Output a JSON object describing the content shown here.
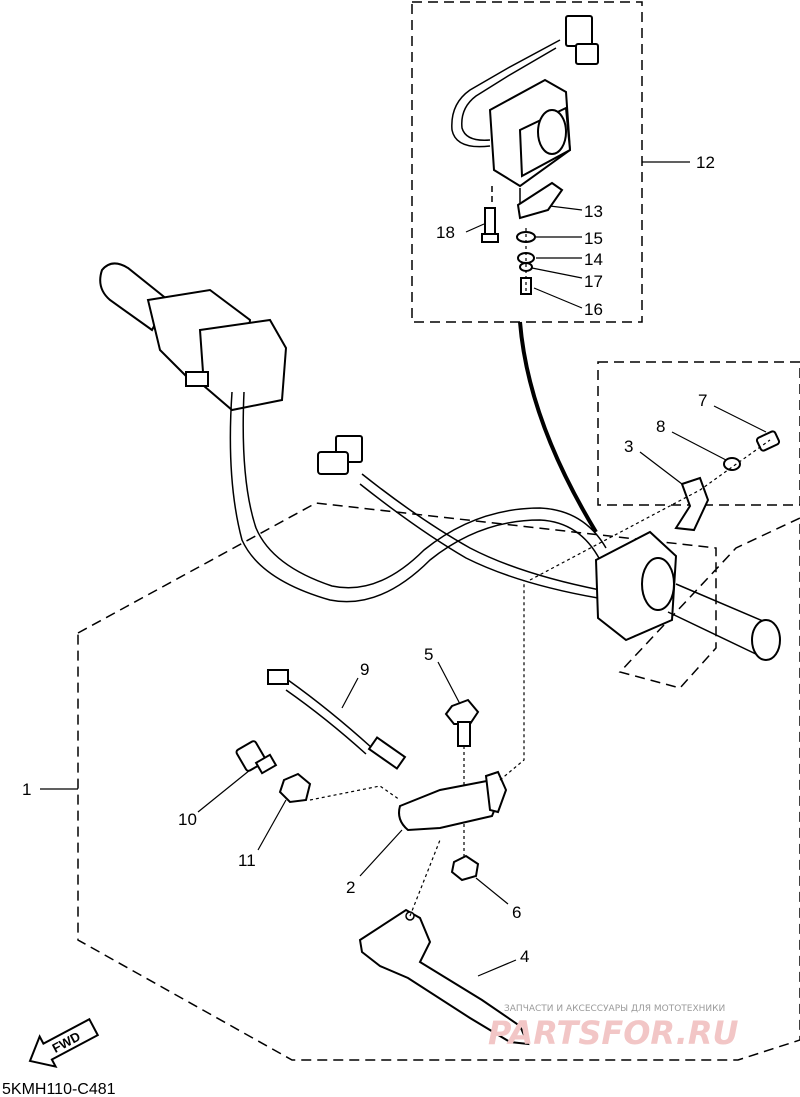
{
  "callouts": {
    "c1": "1",
    "c2": "2",
    "c3": "3",
    "c4": "4",
    "c5": "5",
    "c6": "6",
    "c7": "7",
    "c8": "8",
    "c9": "9",
    "c10": "10",
    "c11": "11",
    "c12": "12",
    "c13": "13",
    "c14": "14",
    "c15": "15",
    "c16": "16",
    "c17": "17",
    "c18": "18"
  },
  "diagram_code": "5KMH110-C481",
  "fwd_label": "FWD",
  "watermark": {
    "tagline": "ЗАПЧАСТИ И АКСЕССУАРЫ ДЛЯ МОТОТЕХНИКИ",
    "logo": "PARTSFOR.RU"
  }
}
